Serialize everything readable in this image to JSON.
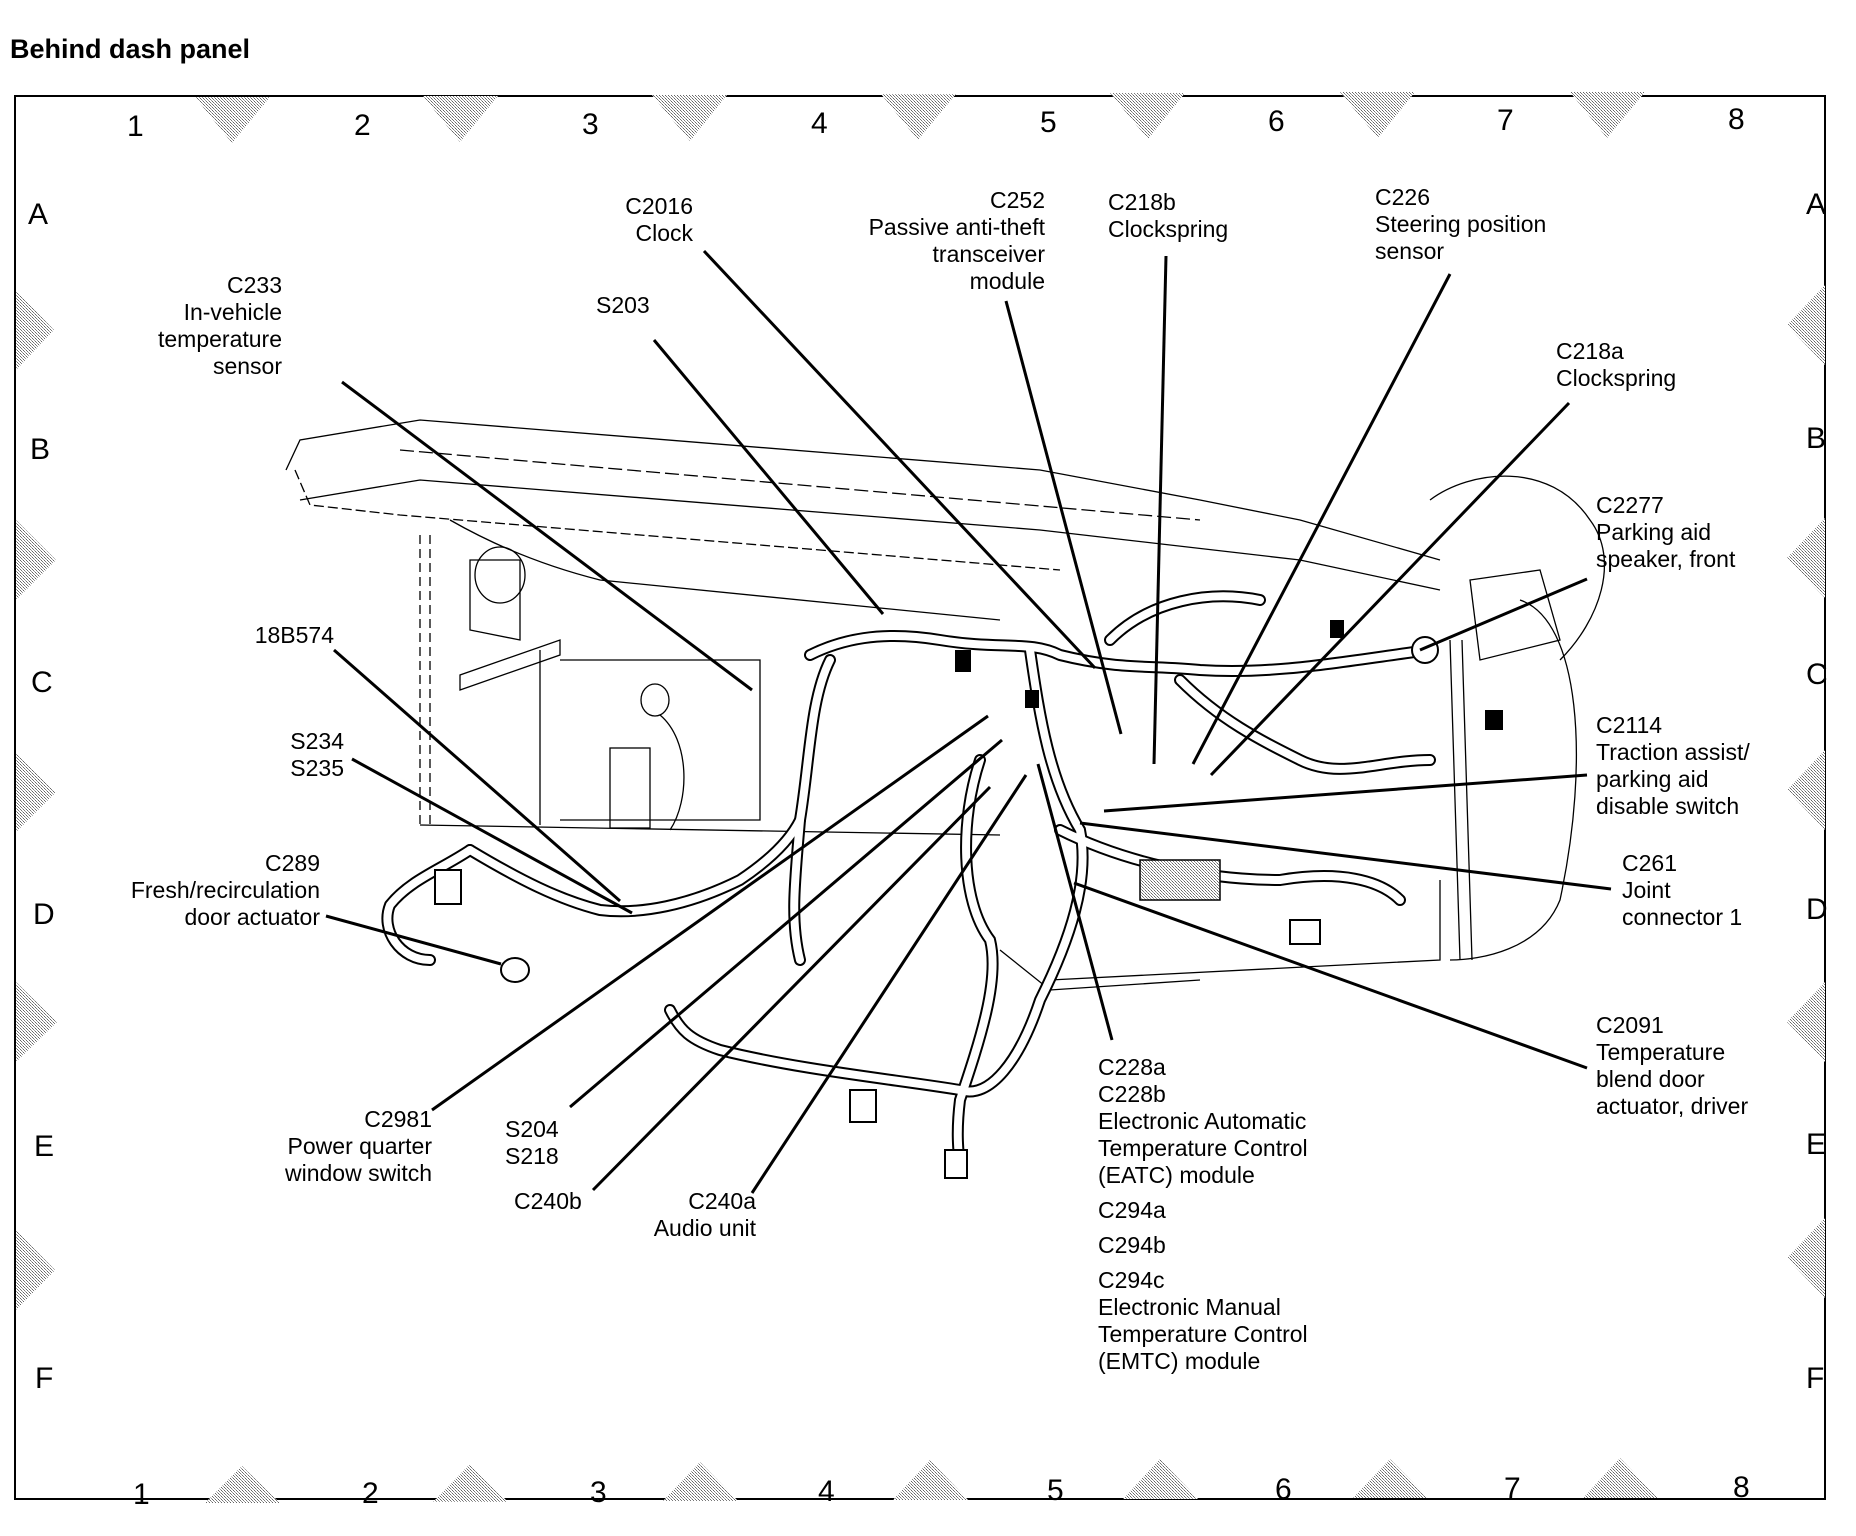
{
  "title": "Behind dash panel",
  "grid": {
    "columns_top": [
      "1",
      "2",
      "3",
      "4",
      "5",
      "6",
      "7",
      "8"
    ],
    "columns_bottom": [
      "1",
      "2",
      "3",
      "4",
      "5",
      "6",
      "7",
      "8"
    ],
    "rows_left": [
      "A",
      "B",
      "C",
      "D",
      "E",
      "F"
    ],
    "rows_right": [
      "A",
      "B",
      "C",
      "D",
      "E",
      "F"
    ]
  },
  "callouts": {
    "c233": {
      "lines": [
        "C233",
        "In-vehicle",
        "temperature",
        "sensor"
      ]
    },
    "s203": {
      "lines": [
        "S203"
      ]
    },
    "c2016": {
      "lines": [
        "C2016",
        "Clock"
      ]
    },
    "c252": {
      "lines": [
        "C252",
        "Passive anti-theft",
        "transceiver",
        "module"
      ]
    },
    "c218b": {
      "lines": [
        "C218b",
        "Clockspring"
      ]
    },
    "c226": {
      "lines": [
        "C226",
        "Steering position",
        "sensor"
      ]
    },
    "c218a": {
      "lines": [
        "C218a",
        "Clockspring"
      ]
    },
    "c2277": {
      "lines": [
        "C2277",
        "Parking aid",
        "speaker, front"
      ]
    },
    "c2114": {
      "lines": [
        "C2114",
        "Traction assist/",
        "parking aid",
        "disable switch"
      ]
    },
    "c261": {
      "lines": [
        "C261",
        "Joint",
        "connector 1"
      ]
    },
    "c2091": {
      "lines": [
        "C2091",
        "Temperature",
        "blend door",
        "actuator, driver"
      ]
    },
    "c228": {
      "lines": [
        "C228a",
        "C228b",
        "Electronic Automatic",
        "Temperature Control",
        "(EATC) module",
        "C294a",
        "C294b",
        "C294c",
        "Electronic Manual",
        "Temperature Control",
        "(EMTC) module"
      ]
    },
    "b18b574": {
      "lines": [
        "18B574"
      ]
    },
    "s234": {
      "lines": [
        "S234",
        "S235"
      ]
    },
    "c289": {
      "lines": [
        "C289",
        "Fresh/recirculation",
        "door actuator"
      ]
    },
    "c2981": {
      "lines": [
        "C2981",
        "Power quarter",
        "window switch"
      ]
    },
    "s204": {
      "lines": [
        "S204",
        "S218"
      ]
    },
    "c240b": {
      "lines": [
        "C240b"
      ]
    },
    "c240a": {
      "lines": [
        "C240a",
        "Audio unit"
      ]
    }
  }
}
